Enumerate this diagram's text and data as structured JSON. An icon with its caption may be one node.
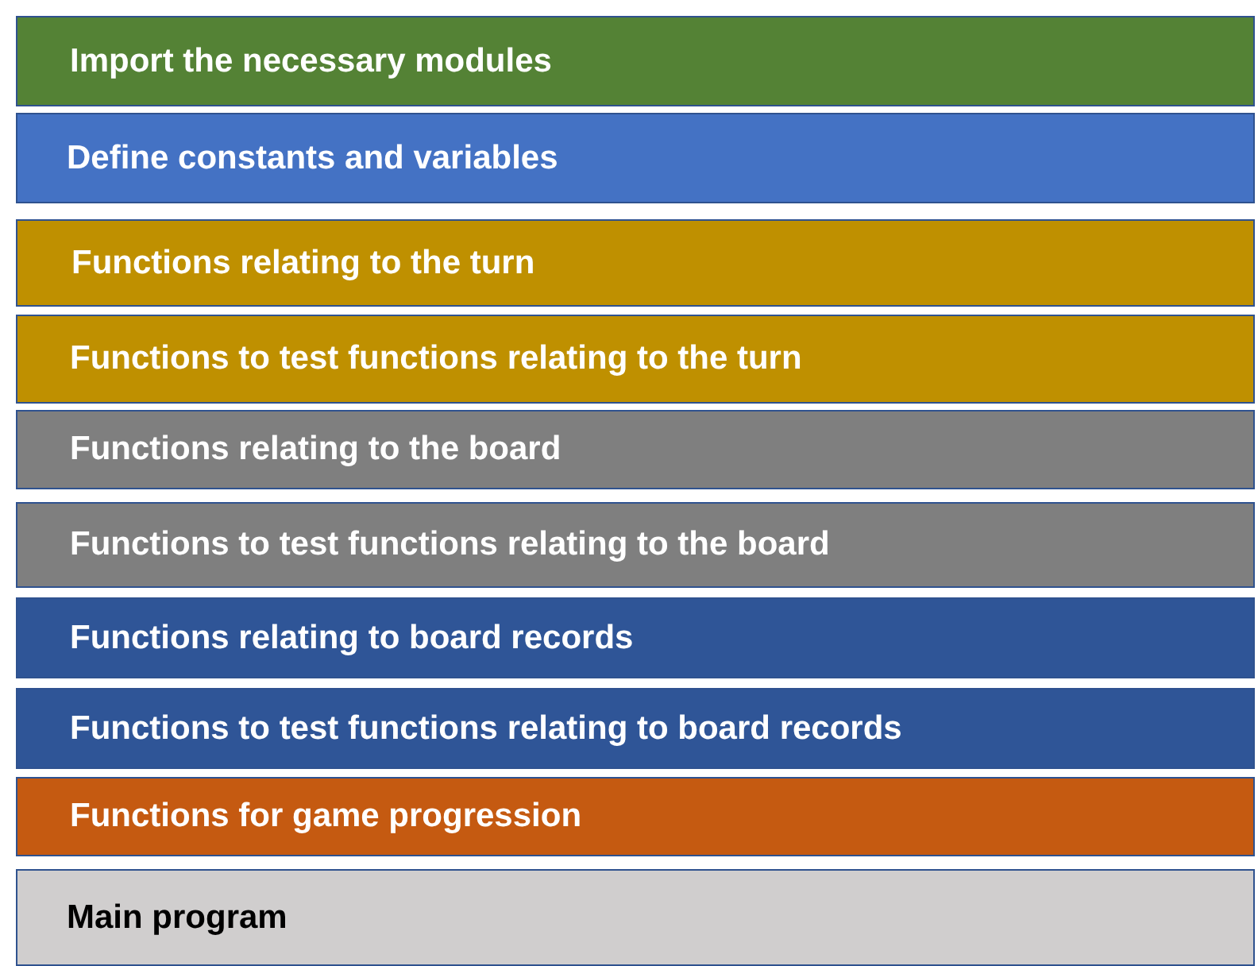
{
  "diagram": {
    "nodes": [
      {
        "text": [
          "Import the necessary modules"
        ]
      },
      {
        "text": [
          "Define constants and variables"
        ]
      },
      {
        "text": [
          "Functions relating to the turn"
        ]
      },
      {
        "text": [
          "Functions to test functions relating to the turn"
        ]
      },
      {
        "text": [
          "Functions relating to the board"
        ]
      },
      {
        "text": [
          "Functions to test functions relating to the board"
        ]
      },
      {
        "text": [
          "Functions relating to board records"
        ]
      },
      {
        "text": [
          "Functions to test functions relating to board records"
        ]
      },
      {
        "text": [
          "Functions for game progression"
        ]
      },
      {
        "text": [
          "Main program"
        ]
      }
    ]
  }
}
